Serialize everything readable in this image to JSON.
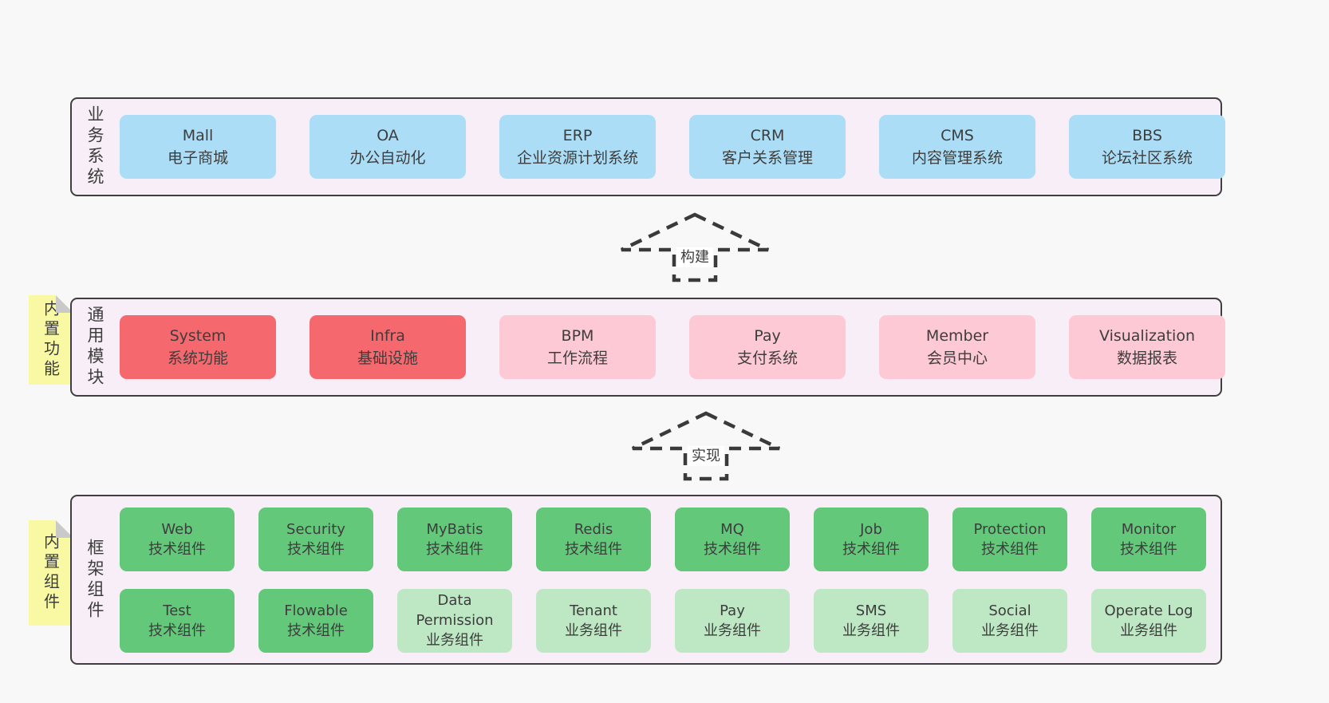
{
  "palette": {
    "page_bg": "#f8f8f8",
    "panel_bg": "#f8eef7",
    "panel_border": "#3f3f3f",
    "blue_box": "#abdef6",
    "red_box": "#f5696e",
    "pink_box": "#fdc9d4",
    "green_box": "#63c87a",
    "light_green_box": "#bee7c4",
    "sticky_yellow": "#f9f9a3",
    "sticky_fold_gray": "#c9c9c9",
    "arrow_dash": "#3a3a3a"
  },
  "arrows": {
    "build": "构建",
    "implement": "实现"
  },
  "sections": {
    "business": {
      "label": "业务系统",
      "boxes": [
        {
          "title": "Mall",
          "subtitle": "电子商城"
        },
        {
          "title": "OA",
          "subtitle": "办公自动化"
        },
        {
          "title": "ERP",
          "subtitle": "企业资源计划系统"
        },
        {
          "title": "CRM",
          "subtitle": "客户关系管理"
        },
        {
          "title": "CMS",
          "subtitle": "内容管理系统"
        },
        {
          "title": "BBS",
          "subtitle": "论坛社区系统"
        }
      ]
    },
    "modules": {
      "label": "通用模块",
      "sticky": "内置功能",
      "boxes": [
        {
          "title": "System",
          "subtitle": "系统功能"
        },
        {
          "title": "Infra",
          "subtitle": "基础设施"
        },
        {
          "title": "BPM",
          "subtitle": "工作流程"
        },
        {
          "title": "Pay",
          "subtitle": "支付系统"
        },
        {
          "title": "Member",
          "subtitle": "会员中心"
        },
        {
          "title": "Visualization",
          "subtitle": "数据报表"
        }
      ]
    },
    "framework": {
      "label": "框架组件",
      "sticky": "内置组件",
      "row1": [
        {
          "title": "Web",
          "subtitle": "技术组件"
        },
        {
          "title": "Security",
          "subtitle": "技术组件"
        },
        {
          "title": "MyBatis",
          "subtitle": "技术组件"
        },
        {
          "title": "Redis",
          "subtitle": "技术组件"
        },
        {
          "title": "MQ",
          "subtitle": "技术组件"
        },
        {
          "title": "Job",
          "subtitle": "技术组件"
        },
        {
          "title": "Protection",
          "subtitle": "技术组件"
        },
        {
          "title": "Monitor",
          "subtitle": "技术组件"
        }
      ],
      "row2": [
        {
          "title": "Test",
          "subtitle": "技术组件"
        },
        {
          "title": "Flowable",
          "subtitle": "技术组件"
        },
        {
          "title": "Data Permission",
          "subtitle": "业务组件"
        },
        {
          "title": "Tenant",
          "subtitle": "业务组件"
        },
        {
          "title": "Pay",
          "subtitle": "业务组件"
        },
        {
          "title": "SMS",
          "subtitle": "业务组件"
        },
        {
          "title": "Social",
          "subtitle": "业务组件"
        },
        {
          "title": "Operate Log",
          "subtitle": "业务组件"
        }
      ]
    }
  }
}
